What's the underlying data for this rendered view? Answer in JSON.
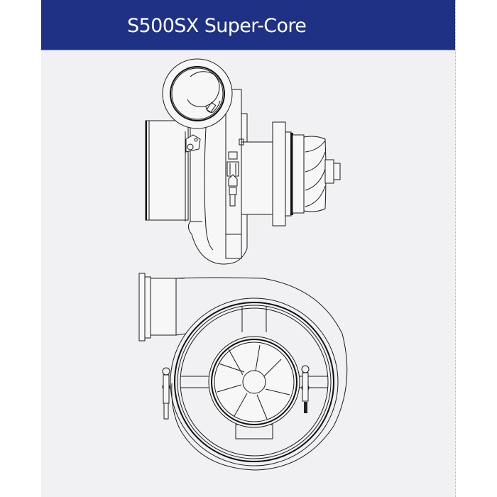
{
  "header": {
    "title": "S500SX Super-Core",
    "background_color": "#1e3185",
    "text_color": "#ffffff"
  },
  "panel": {
    "background_color": "#f1f1f3"
  },
  "figures": [
    {
      "name": "side-view",
      "description": "Turbocharger side elevation line drawing"
    },
    {
      "name": "front-view",
      "description": "Turbocharger compressor end view line drawing"
    }
  ]
}
